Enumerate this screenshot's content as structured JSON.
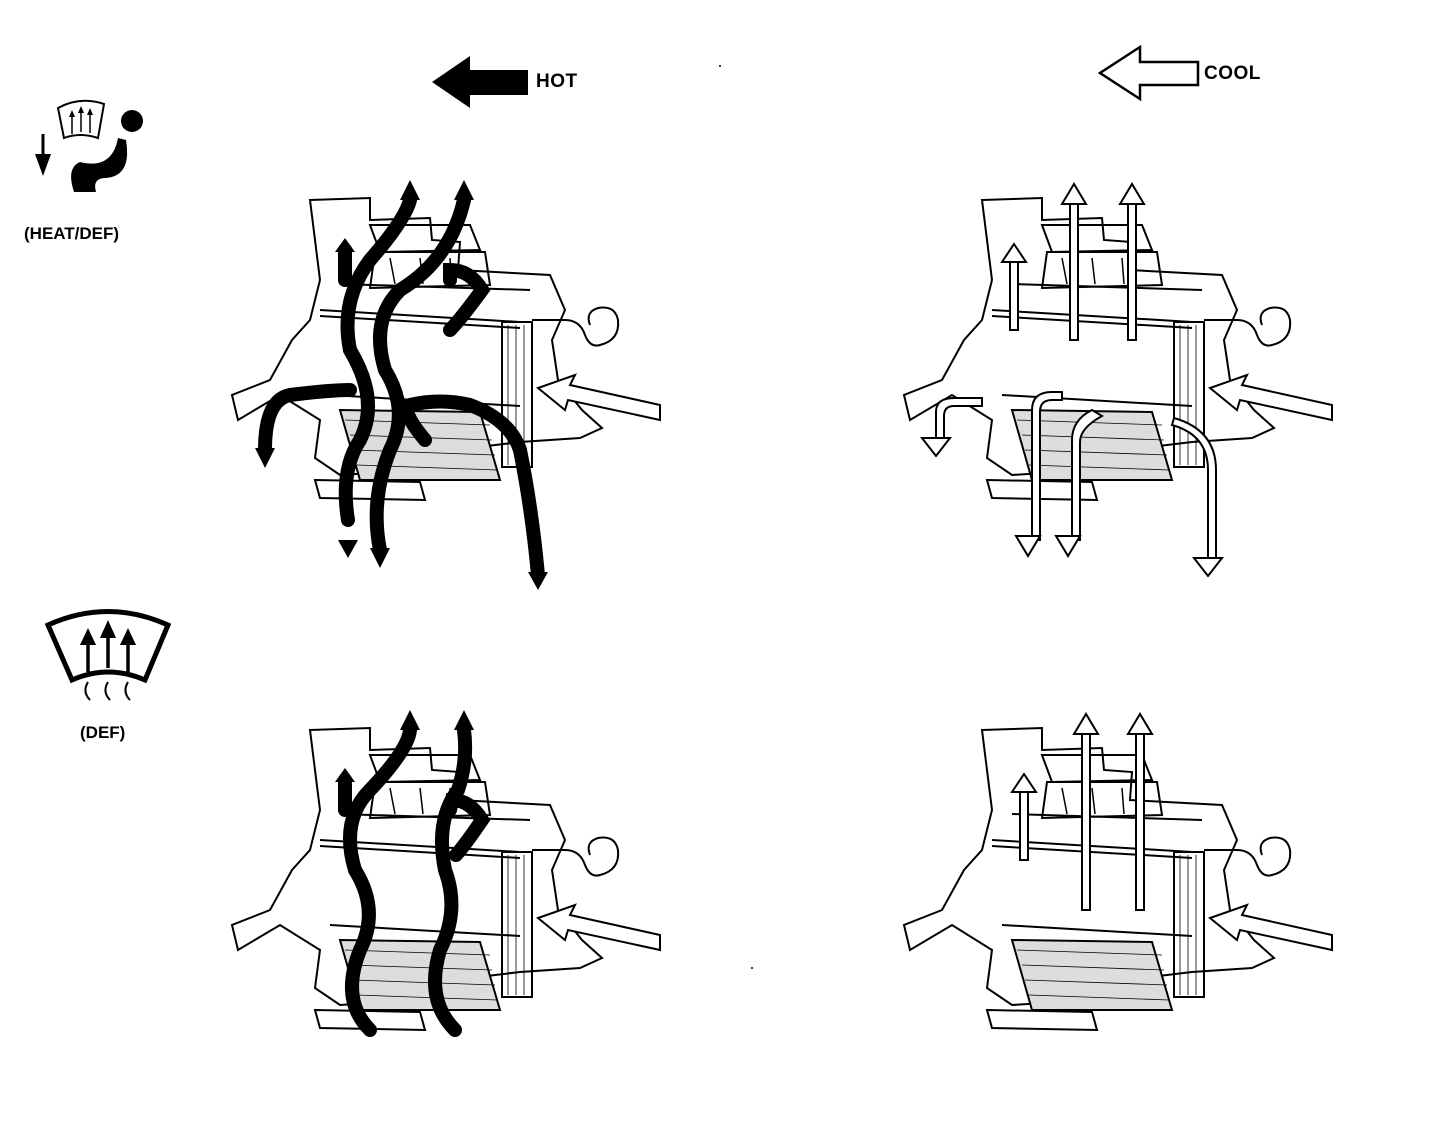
{
  "legend": {
    "hot_label": "HOT",
    "cool_label": "COOL",
    "hot_color": "#000000",
    "cool_color": "#ffffff"
  },
  "modes": [
    {
      "label": "(HEAT/DEF)",
      "icon": "heat-def-mode-icon"
    },
    {
      "label": "(DEF)",
      "icon": "defrost-mode-icon"
    }
  ],
  "panels": [
    {
      "mode": "(HEAT/DEF)",
      "air": "HOT"
    },
    {
      "mode": "(HEAT/DEF)",
      "air": "COOL"
    },
    {
      "mode": "(DEF)",
      "air": "HOT"
    },
    {
      "mode": "(DEF)",
      "air": "COOL"
    }
  ]
}
